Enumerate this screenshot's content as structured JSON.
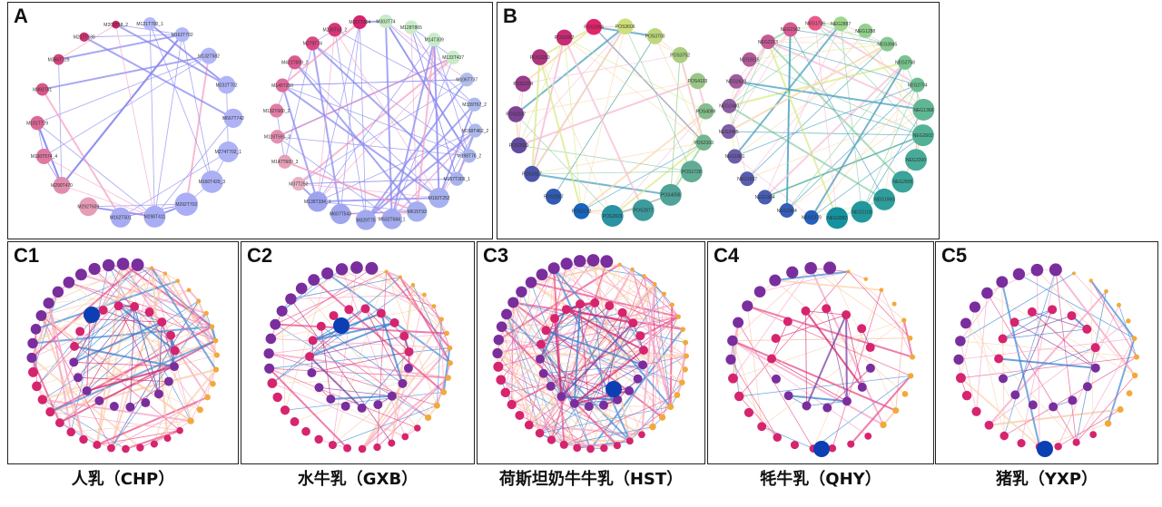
{
  "panels": {
    "A": {
      "label": "A",
      "net1": [
        "M121T700_1",
        "M162T702",
        "M132T582",
        "M232T702",
        "M667T742",
        "M274T702_1",
        "M160T429_3",
        "M292T702",
        "M298T411",
        "M162T501",
        "M292T609",
        "M290T470",
        "M130T574_4",
        "M101T729",
        "M493T61",
        "M366T729",
        "M217T630",
        "M203T58_2"
      ],
      "net2": [
        "M303T74",
        "M128T865",
        "M14T309",
        "M133T437",
        "M106T737",
        "M339T67_2",
        "M158T462_2",
        "M198T76_2",
        "M157T309_1",
        "M192T252",
        "M615T93",
        "M632T684_1",
        "M329T75",
        "M607T543",
        "M135T334_1",
        "M37T252",
        "M147T609_3",
        "M118T591_2",
        "M132T660_2",
        "M145T250",
        "M421T609_2",
        "M279T74",
        "M239T63_2",
        "M167T304"
      ]
    },
    "B": {
      "label": "B",
      "net1": [
        "POS3606",
        "POS3700",
        "POS3752",
        "POS4103",
        "POS4099",
        "POS2103",
        "POS1728",
        "POS4058",
        "POS2877",
        "POS2829",
        "POS3132",
        "POS2987",
        "POS2417",
        "POS2030",
        "POS2027",
        "POS2254",
        "POS3250",
        "POS2057",
        "POS2064"
      ],
      "net2": [
        "NEG2887",
        "NEG1288",
        "NEG3945",
        "NEG2758",
        "NEG2794",
        "NEG1368",
        "NEG2602",
        "NEG2200",
        "NEG2895",
        "NEG1900",
        "NEG2103",
        "NEG3082",
        "NEG2379",
        "NEG1864",
        "NEG1904",
        "NEG1517",
        "NEG1801",
        "NEG2485",
        "NEG2480",
        "NEG2628",
        "NEG2615",
        "NEG2213",
        "NEG1562",
        "NEG1736"
      ]
    },
    "C1": {
      "label": "C1",
      "caption": "人乳（CHP）"
    },
    "C2": {
      "label": "C2",
      "caption": "水牛乳（GXB）"
    },
    "C3": {
      "label": "C3",
      "caption": "荷斯坦奶牛牛乳（HST）"
    },
    "C4": {
      "label": "C4",
      "caption": "牦牛乳（QHY）"
    },
    "C5": {
      "label": "C5",
      "caption": "猪乳（YXP）"
    }
  },
  "colors": {
    "edge_blue": "#8a8af0",
    "edge_pink": "#f5a3c7",
    "edge_light": "#f9d6b4",
    "node_dark_blue": "#0b3fb3",
    "node_purple": "#7a2e9e",
    "node_magenta": "#d6246e",
    "node_orange": "#f2a93b"
  }
}
